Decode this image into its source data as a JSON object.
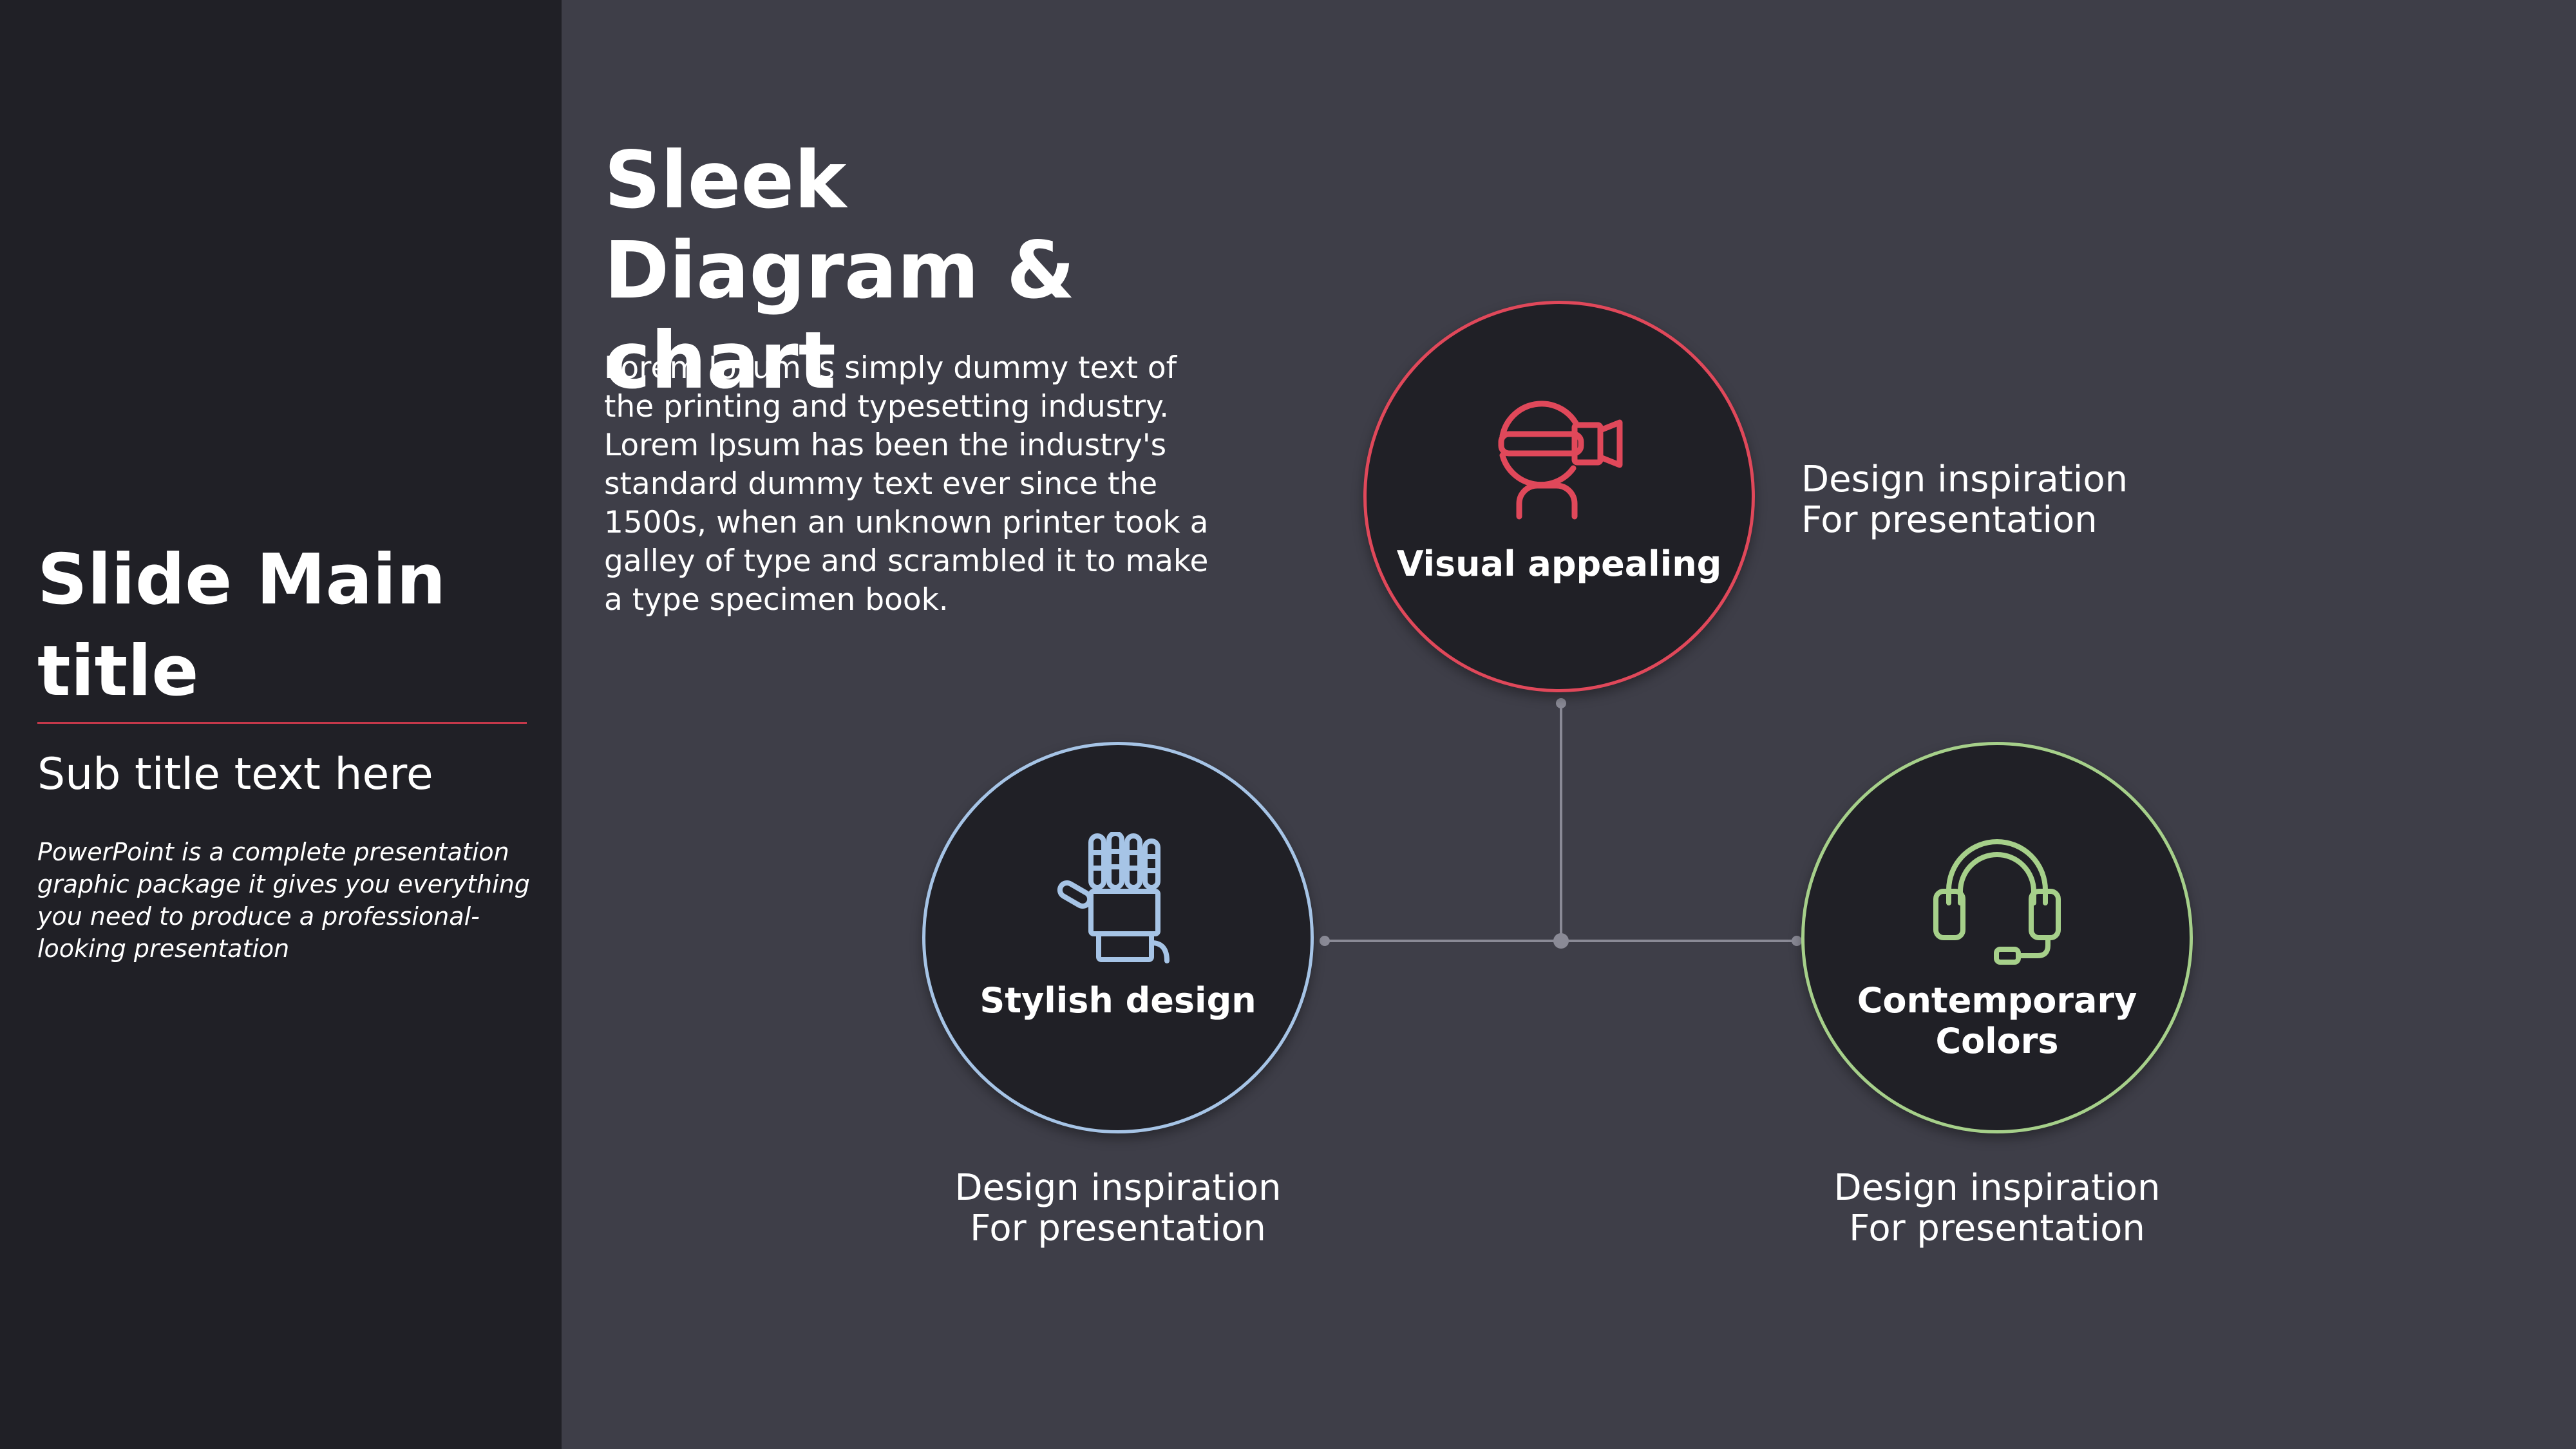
{
  "sidebar": {
    "title": "Slide Main title",
    "subtitle": "Sub title text here",
    "description": "PowerPoint is a complete presentation graphic package it gives you everything you need to produce a professional-looking presentation"
  },
  "main": {
    "title": "Sleek Diagram & chart",
    "body": "Lorem Ipsum is simply dummy text of the printing and typesetting industry. Lorem Ipsum has been the industry's standard dummy text ever since the 1500s, when an unknown printer took a galley of type and scrambled it to make a type specimen book."
  },
  "diagram": {
    "nodes": [
      {
        "label": "Visual appealing",
        "icon": "vr-headset-icon",
        "color": "#e0485a",
        "caption_line1": "Design inspiration",
        "caption_line2": "For presentation"
      },
      {
        "label": "Stylish design",
        "icon": "robot-hand-icon",
        "color": "#a6c4e6",
        "caption_line1": "Design inspiration",
        "caption_line2": "For presentation"
      },
      {
        "label": "Contemporary Colors",
        "icon": "headset-icon",
        "color": "#a6d08a",
        "caption_line1": "Design inspiration",
        "caption_line2": "For presentation"
      }
    ]
  },
  "colors": {
    "panel": "#202026",
    "background": "#3e3e48",
    "accent_rule": "#c4384a",
    "connector": "#8a8a96"
  }
}
